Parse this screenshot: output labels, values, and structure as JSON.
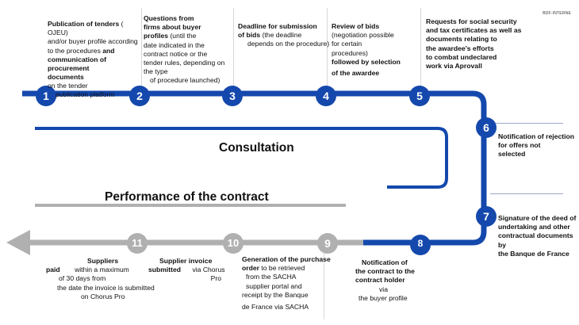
{
  "classification": "BDF-INTERNE",
  "colors": {
    "blue": "#1448ad",
    "grey": "#b0b0b0",
    "text": "#111111"
  },
  "section_labels": {
    "consultation": "Consultation",
    "performance": "Performance of the contract"
  },
  "steps": [
    {
      "num": "1",
      "line1": "Publication of tenders",
      "line1b": "( OJEU)",
      "line2": "and/or buyer profile according",
      "line3": "to the procedures",
      "line3b": "and",
      "line4": "communication of procurement",
      "line5": "documents",
      "line6": "on the tender",
      "line7": "publication platform"
    },
    {
      "num": "2",
      "line1": "Questions from",
      "line2": "firms about buyer",
      "line3": "profiles",
      "line3b": "(until the",
      "line4": "date indicated in the",
      "line5": "contract notice or the",
      "line6": "tender rules, depending on",
      "line7": "the type",
      "line8": "of procedure launched)"
    },
    {
      "num": "3",
      "line1": "Deadline for submission",
      "line2": "of bids",
      "line2b": "(the deadline",
      "line3": "depends on the procedure)"
    },
    {
      "num": "4",
      "line1": "Review of bids",
      "line2": "(negotiation possible",
      "line3": "for certain",
      "line4": "procedures)",
      "line5": "followed by selection",
      "line6": "of the awardee"
    },
    {
      "num": "5",
      "line1": "Requests for social security",
      "line2": "and tax certificates as well as",
      "line3": "documents relating to",
      "line4": "the awardee’s efforts",
      "line5": "to combat undeclared",
      "line6": "work via Aprovall"
    },
    {
      "num": "6",
      "line1": "Notification of rejection",
      "line2": "for offers not",
      "line3": "selected"
    },
    {
      "num": "7",
      "line1": "Signature of the deed of",
      "line2": "undertaking and other",
      "line3": "contractual documents by",
      "line4": "the Banque de France"
    },
    {
      "num": "8",
      "line1": "Notification of",
      "line2": "the contract to the",
      "line3": "contract holder",
      "line4": "via",
      "line5": "the buyer profile"
    },
    {
      "num": "9",
      "line1": "Generation of the purchase",
      "line2": "order",
      "line2b": "to be retrieved",
      "line3": "from the SACHA",
      "line4": "supplier portal and",
      "line5": "receipt by the Banque",
      "line6": "de France via SACHA"
    },
    {
      "num": "10",
      "line1": "Supplier invoice",
      "line2": "submitted",
      "line2b": "via Chorus",
      "line3": "Pro"
    },
    {
      "num": "11",
      "line1": "Suppliers",
      "line2": "paid",
      "line2b": "within a maximum",
      "line3": "of 30 days from",
      "line4": "the date the invoice is submitted",
      "line5": "on Chorus Pro"
    }
  ]
}
